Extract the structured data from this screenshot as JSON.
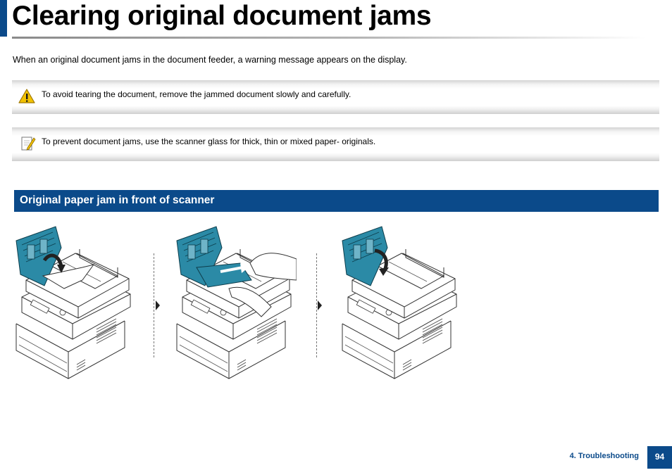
{
  "page": {
    "title": "Clearing original document jams",
    "intro": "When an original document jams in the document feeder, a warning message appears on the display."
  },
  "notes": [
    {
      "icon": "warning-icon",
      "text": "To avoid tearing the document, remove the jammed document slowly and carefully."
    },
    {
      "icon": "note-icon",
      "text": "To prevent document jams, use the scanner glass for thick, thin or mixed paper- originals."
    }
  ],
  "section": {
    "heading": "Original paper jam in front of scanner"
  },
  "illustrations": [
    {
      "name": "open-feeder-cover"
    },
    {
      "name": "remove-jammed-paper"
    },
    {
      "name": "close-feeder-cover"
    }
  ],
  "footer": {
    "chapter": "4. Troubleshooting",
    "page_number": "94"
  },
  "colors": {
    "brand_blue": "#0b4a8a",
    "jam_highlight": "#2b8aa6",
    "warning_yellow": "#f2c200"
  }
}
